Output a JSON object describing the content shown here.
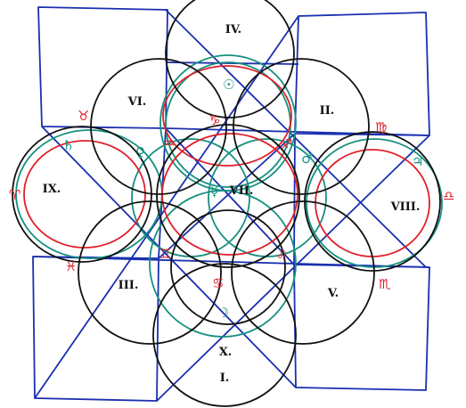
{
  "colors": {
    "blue": "#1a2fb0",
    "black": "#111111",
    "red": "#e0202a",
    "teal": "#169080"
  },
  "regions": [
    {
      "label": "I."
    },
    {
      "label": "II."
    },
    {
      "label": "III."
    },
    {
      "label": "IV."
    },
    {
      "label": "V."
    },
    {
      "label": "VI."
    },
    {
      "label": "VII."
    },
    {
      "label": "VIII."
    },
    {
      "label": "IX."
    },
    {
      "label": "X."
    }
  ],
  "red_symbols": [
    {
      "glyph": "♈",
      "icon": "aries-icon"
    },
    {
      "glyph": "♉",
      "icon": "taurus-icon"
    },
    {
      "glyph": "♊",
      "icon": "gemini-icon"
    },
    {
      "glyph": "♋",
      "icon": "cancer-icon"
    },
    {
      "glyph": "♌",
      "icon": "leo-icon"
    },
    {
      "glyph": "♍",
      "icon": "virgo-icon"
    },
    {
      "glyph": "♎",
      "icon": "libra-icon"
    },
    {
      "glyph": "♏",
      "icon": "scorpio-icon"
    },
    {
      "glyph": "♐",
      "icon": "sagittarius-icon"
    },
    {
      "glyph": "♑",
      "icon": "capricorn-icon"
    },
    {
      "glyph": "♒",
      "icon": "aquarius-icon"
    },
    {
      "glyph": "♓",
      "icon": "pisces-icon"
    }
  ],
  "teal_symbols": [
    {
      "glyph": "☉",
      "icon": "sun-icon"
    },
    {
      "glyph": "☽",
      "icon": "moon-icon"
    },
    {
      "glyph": "☿",
      "icon": "mercury-icon"
    },
    {
      "glyph": "♀",
      "icon": "venus-icon"
    },
    {
      "glyph": "♂",
      "icon": "mars-icon"
    },
    {
      "glyph": "♃",
      "icon": "jupiter-icon"
    },
    {
      "glyph": "♄",
      "icon": "saturn-icon"
    }
  ]
}
